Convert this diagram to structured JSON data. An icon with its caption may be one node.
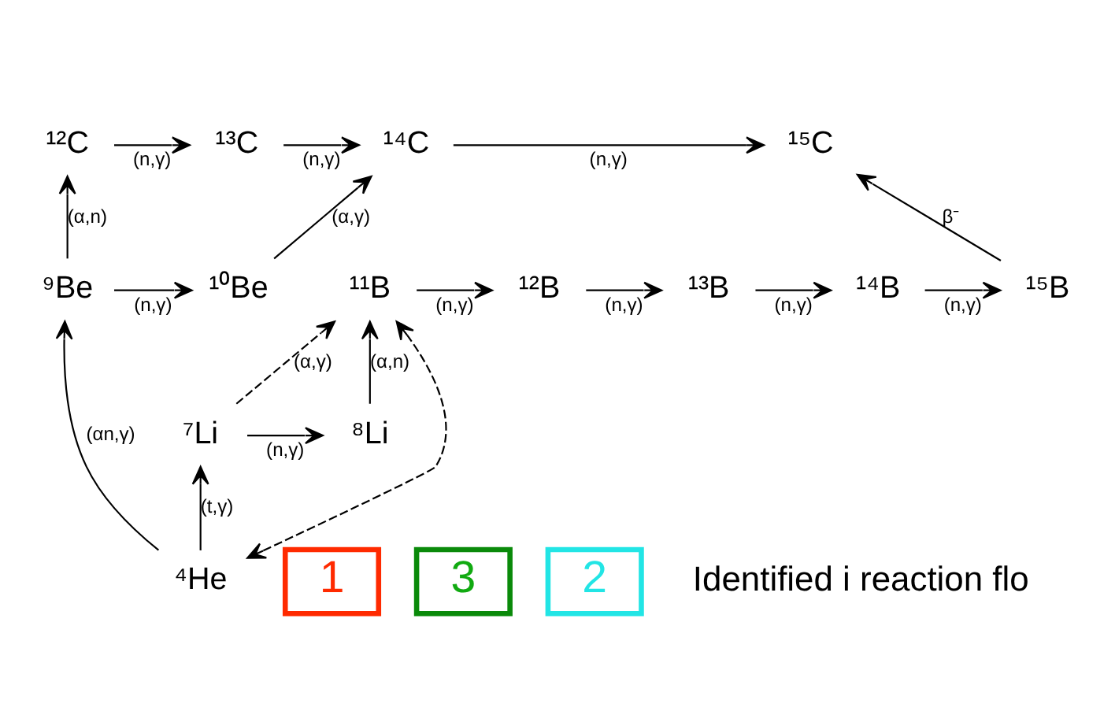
{
  "diagram": {
    "nodes": [
      {
        "text": [
          "¹²C"
        ]
      },
      {
        "text": [
          "¹³C"
        ]
      },
      {
        "text": [
          "¹⁴C"
        ]
      },
      {
        "text": [
          "¹⁵C"
        ]
      },
      {
        "text": [
          "¹¹B"
        ]
      },
      {
        "text": [
          "¹²B"
        ]
      },
      {
        "text": [
          "¹³B"
        ]
      },
      {
        "text": [
          "¹⁴B"
        ]
      },
      {
        "text": [
          "¹⁵B"
        ]
      },
      {
        "text": [
          "⁹Be"
        ]
      },
      {
        "text": [
          "¹⁰Be"
        ]
      },
      {
        "text": [
          "⁷Li"
        ]
      },
      {
        "text": [
          "⁸Li"
        ]
      },
      {
        "text": [
          "⁴He"
        ]
      },
      {
        "text": [
          "1"
        ]
      },
      {
        "text": [
          "3"
        ]
      },
      {
        "text": [
          "2"
        ]
      }
    ],
    "edges": [
      {
        "from": 0,
        "to": 1,
        "arrow": "to",
        "label": "(n,γ)"
      },
      {
        "from": 1,
        "to": 2,
        "arrow": "to",
        "label": "(n,γ)"
      },
      {
        "from": 2,
        "to": 3,
        "arrow": "to",
        "label": "(n,γ)"
      },
      {
        "from": 8,
        "to": 3,
        "arrow": "to",
        "label": "β⁻"
      },
      {
        "from": 4,
        "to": 5,
        "arrow": "to",
        "label": "(n,γ)"
      },
      {
        "from": 5,
        "to": 6,
        "arrow": "to",
        "label": "(n,γ)"
      },
      {
        "from": 6,
        "to": 7,
        "arrow": "to",
        "label": "(n,γ)"
      },
      {
        "from": 7,
        "to": 8,
        "arrow": "to",
        "label": "(n,γ)"
      },
      {
        "from": 9,
        "to": 0,
        "arrow": "to",
        "label": "(α,n)"
      },
      {
        "from": 10,
        "to": 2,
        "arrow": "to",
        "label": "(α,γ)"
      },
      {
        "from": 9,
        "to": 10,
        "arrow": "to",
        "label": "(n,γ)"
      },
      {
        "from": 13,
        "to": 4,
        "arrow": "both",
        "style": "dashed"
      },
      {
        "from": 11,
        "to": 4,
        "arrow": "to",
        "label": "(α,γ)",
        "style": "dashed"
      },
      {
        "from": 12,
        "to": 4,
        "arrow": "to",
        "label": "(α,n)"
      },
      {
        "from": 11,
        "to": 12,
        "arrow": "to",
        "label": "(n,γ)"
      },
      {
        "from": 13,
        "to": 9,
        "arrow": "to",
        "label": "(αn,γ)"
      },
      {
        "from": 13,
        "to": 11,
        "arrow": "to",
        "label": "(t,γ)"
      }
    ],
    "labels": [
      "Identified i reaction flo"
    ]
  }
}
